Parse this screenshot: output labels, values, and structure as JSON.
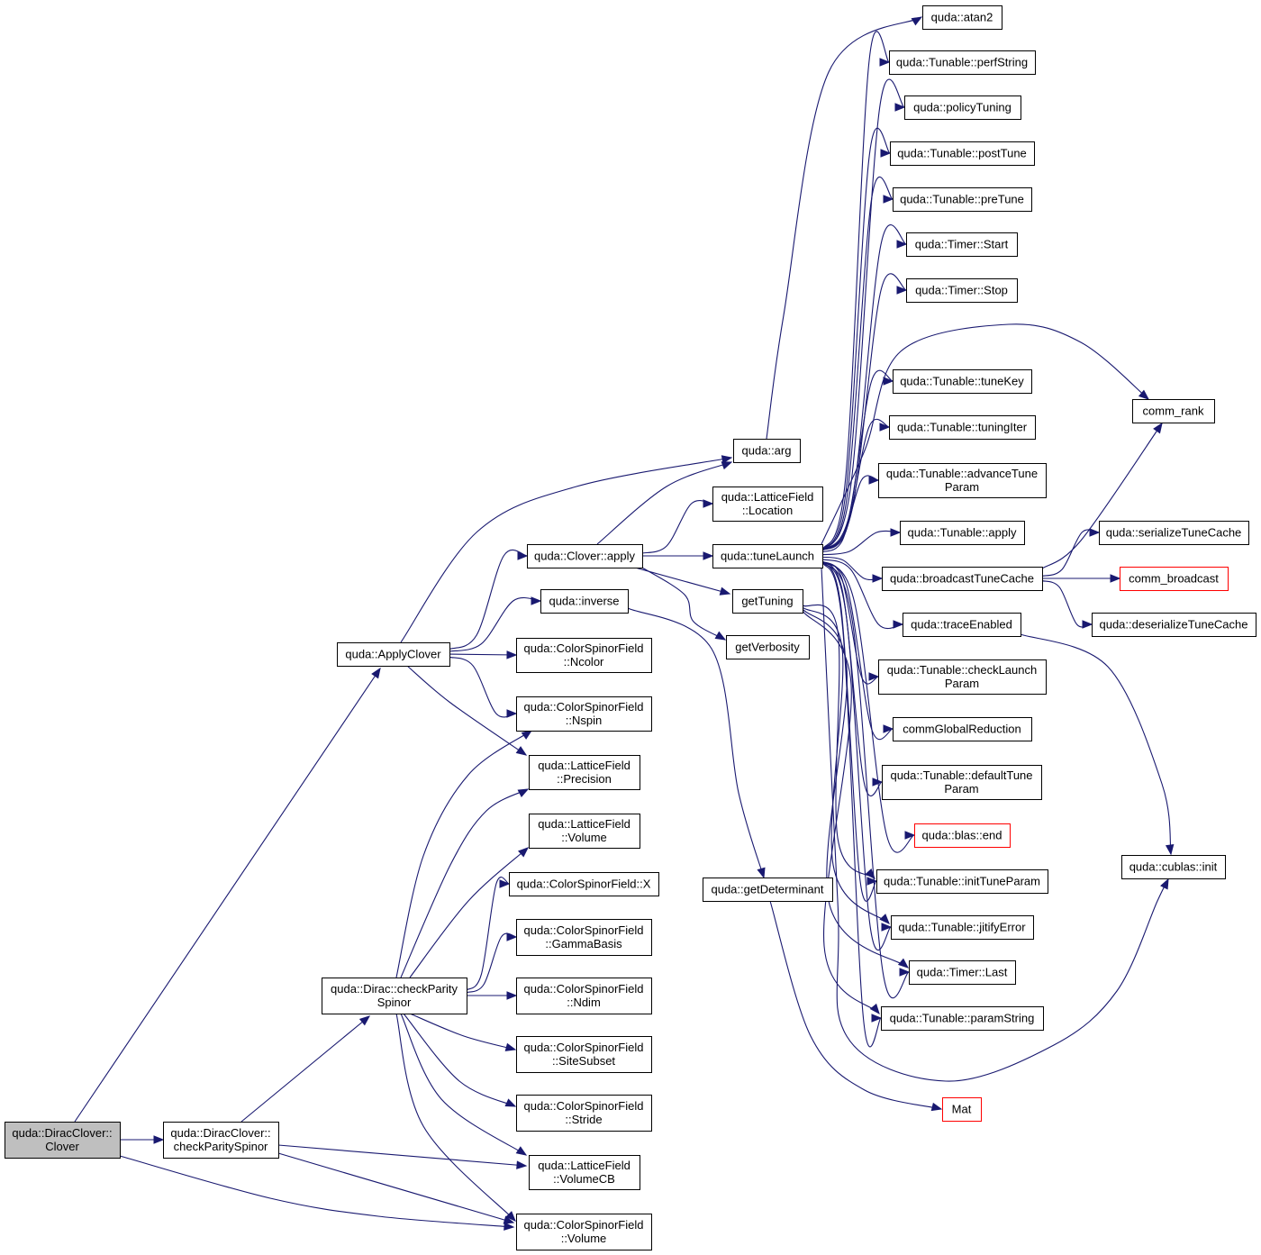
{
  "nodes": {
    "root": {
      "lines": [
        "quda::DiracClover::",
        "Clover"
      ],
      "style": "root"
    },
    "cps1": {
      "lines": [
        "quda::DiracClover::",
        "checkParitySpinor"
      ]
    },
    "applyclover": {
      "lines": [
        "quda::ApplyClover"
      ]
    },
    "dirac_cps": {
      "lines": [
        "quda::Dirac::checkParity",
        "Spinor"
      ]
    },
    "clover_apply": {
      "lines": [
        "quda::Clover::apply"
      ]
    },
    "inverse": {
      "lines": [
        "quda::inverse"
      ]
    },
    "ncolor": {
      "lines": [
        "quda::ColorSpinorField",
        "::Ncolor"
      ]
    },
    "nspin": {
      "lines": [
        "quda::ColorSpinorField",
        "::Nspin"
      ]
    },
    "precision": {
      "lines": [
        "quda::LatticeField",
        "::Precision"
      ]
    },
    "lvolume": {
      "lines": [
        "quda::LatticeField",
        "::Volume"
      ]
    },
    "csfx": {
      "lines": [
        "quda::ColorSpinorField::X"
      ]
    },
    "gamma": {
      "lines": [
        "quda::ColorSpinorField",
        "::GammaBasis"
      ]
    },
    "ndim": {
      "lines": [
        "quda::ColorSpinorField",
        "::Ndim"
      ]
    },
    "sitesubset": {
      "lines": [
        "quda::ColorSpinorField",
        "::SiteSubset"
      ]
    },
    "stride": {
      "lines": [
        "quda::ColorSpinorField",
        "::Stride"
      ]
    },
    "volumecb": {
      "lines": [
        "quda::LatticeField",
        "::VolumeCB"
      ]
    },
    "csfvolume": {
      "lines": [
        "quda::ColorSpinorField",
        "::Volume"
      ]
    },
    "arg": {
      "lines": [
        "quda::arg"
      ]
    },
    "location": {
      "lines": [
        "quda::LatticeField",
        "::Location"
      ]
    },
    "tunelaunch": {
      "lines": [
        "quda::tuneLaunch"
      ]
    },
    "gettuning": {
      "lines": [
        "getTuning"
      ]
    },
    "getverbosity": {
      "lines": [
        "getVerbosity"
      ]
    },
    "getdet": {
      "lines": [
        "quda::getDeterminant"
      ]
    },
    "atan2": {
      "lines": [
        "quda::atan2"
      ]
    },
    "perfstring": {
      "lines": [
        "quda::Tunable::perfString"
      ]
    },
    "policytuning": {
      "lines": [
        "quda::policyTuning"
      ]
    },
    "posttune": {
      "lines": [
        "quda::Tunable::postTune"
      ]
    },
    "pretune": {
      "lines": [
        "quda::Tunable::preTune"
      ]
    },
    "timerstart": {
      "lines": [
        "quda::Timer::Start"
      ]
    },
    "timerstop": {
      "lines": [
        "quda::Timer::Stop"
      ]
    },
    "tunekey": {
      "lines": [
        "quda::Tunable::tuneKey"
      ]
    },
    "tuningiter": {
      "lines": [
        "quda::Tunable::tuningIter"
      ]
    },
    "advtune": {
      "lines": [
        "quda::Tunable::advanceTune",
        "Param"
      ]
    },
    "tunapply": {
      "lines": [
        "quda::Tunable::apply"
      ]
    },
    "bcasttc": {
      "lines": [
        "quda::broadcastTuneCache"
      ]
    },
    "traceenabled": {
      "lines": [
        "quda::traceEnabled"
      ]
    },
    "checklaunch": {
      "lines": [
        "quda::Tunable::checkLaunch",
        "Param"
      ]
    },
    "commglobal": {
      "lines": [
        "commGlobalReduction"
      ]
    },
    "deftune": {
      "lines": [
        "quda::Tunable::defaultTune",
        "Param"
      ]
    },
    "blasend": {
      "lines": [
        "quda::blas::end"
      ],
      "style": "red"
    },
    "inittune": {
      "lines": [
        "quda::Tunable::initTuneParam"
      ]
    },
    "jitify": {
      "lines": [
        "quda::Tunable::jitifyError"
      ]
    },
    "timerlast": {
      "lines": [
        "quda::Timer::Last"
      ]
    },
    "paramstring": {
      "lines": [
        "quda::Tunable::paramString"
      ]
    },
    "mat": {
      "lines": [
        "Mat"
      ],
      "style": "red"
    },
    "commrank": {
      "lines": [
        "comm_rank"
      ]
    },
    "serialize": {
      "lines": [
        "quda::serializeTuneCache"
      ]
    },
    "commbcast": {
      "lines": [
        "comm_broadcast"
      ],
      "style": "red"
    },
    "deserialize": {
      "lines": [
        "quda::deserializeTuneCache"
      ]
    },
    "cublasinit": {
      "lines": [
        "quda::cublas::init"
      ]
    }
  },
  "edges": [
    [
      "root",
      "cps1"
    ],
    [
      "root",
      "applyclover"
    ],
    [
      "root",
      "csfvolume"
    ],
    [
      "cps1",
      "dirac_cps"
    ],
    [
      "cps1",
      "volumecb"
    ],
    [
      "cps1",
      "csfvolume"
    ],
    [
      "applyclover",
      "arg"
    ],
    [
      "applyclover",
      "clover_apply"
    ],
    [
      "applyclover",
      "inverse"
    ],
    [
      "applyclover",
      "ncolor"
    ],
    [
      "applyclover",
      "nspin"
    ],
    [
      "applyclover",
      "precision"
    ],
    [
      "dirac_cps",
      "nspin"
    ],
    [
      "dirac_cps",
      "precision"
    ],
    [
      "dirac_cps",
      "lvolume"
    ],
    [
      "dirac_cps",
      "csfx"
    ],
    [
      "dirac_cps",
      "gamma"
    ],
    [
      "dirac_cps",
      "ndim"
    ],
    [
      "dirac_cps",
      "sitesubset"
    ],
    [
      "dirac_cps",
      "stride"
    ],
    [
      "dirac_cps",
      "volumecb"
    ],
    [
      "dirac_cps",
      "csfvolume"
    ],
    [
      "clover_apply",
      "arg"
    ],
    [
      "clover_apply",
      "location"
    ],
    [
      "clover_apply",
      "tunelaunch"
    ],
    [
      "clover_apply",
      "gettuning"
    ],
    [
      "clover_apply",
      "getverbosity"
    ],
    [
      "inverse",
      "getdet"
    ],
    [
      "getdet",
      "mat"
    ],
    [
      "arg",
      "atan2"
    ],
    [
      "tunelaunch",
      "perfstring"
    ],
    [
      "tunelaunch",
      "policytuning"
    ],
    [
      "tunelaunch",
      "posttune"
    ],
    [
      "tunelaunch",
      "pretune"
    ],
    [
      "tunelaunch",
      "timerstart"
    ],
    [
      "tunelaunch",
      "timerstop"
    ],
    [
      "tunelaunch",
      "commrank"
    ],
    [
      "tunelaunch",
      "tunekey"
    ],
    [
      "tunelaunch",
      "tuningiter"
    ],
    [
      "tunelaunch",
      "advtune"
    ],
    [
      "tunelaunch",
      "tunapply"
    ],
    [
      "tunelaunch",
      "bcasttc"
    ],
    [
      "tunelaunch",
      "traceenabled"
    ],
    [
      "tunelaunch",
      "checklaunch"
    ],
    [
      "tunelaunch",
      "commglobal"
    ],
    [
      "tunelaunch",
      "deftune"
    ],
    [
      "tunelaunch",
      "blasend"
    ],
    [
      "tunelaunch",
      "inittune"
    ],
    [
      "tunelaunch",
      "jitify"
    ],
    [
      "tunelaunch",
      "timerlast"
    ],
    [
      "tunelaunch",
      "paramstring"
    ],
    [
      "tunelaunch",
      "cublasinit"
    ],
    [
      "gettuning",
      "inittune"
    ],
    [
      "gettuning",
      "jitify"
    ],
    [
      "gettuning",
      "timerlast"
    ],
    [
      "gettuning",
      "paramstring"
    ],
    [
      "bcasttc",
      "commrank"
    ],
    [
      "bcasttc",
      "serialize"
    ],
    [
      "bcasttc",
      "commbcast"
    ],
    [
      "bcasttc",
      "deserialize"
    ],
    [
      "traceenabled",
      "cublasinit"
    ]
  ]
}
